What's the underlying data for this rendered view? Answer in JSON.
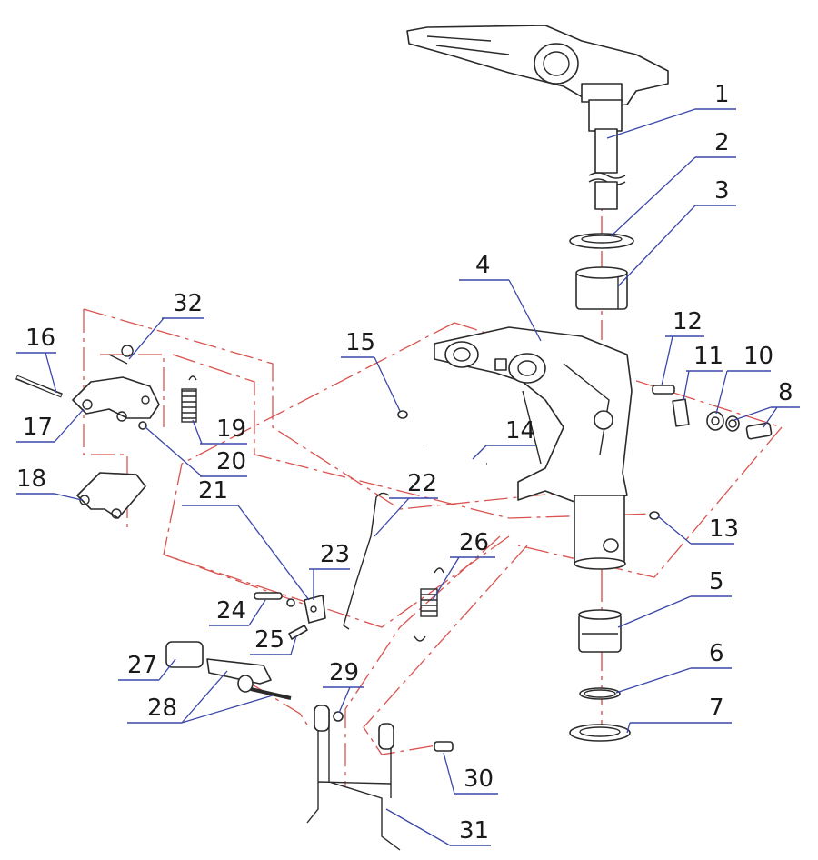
{
  "colors": {
    "leader": "#3a47a8",
    "assembly_line": "#d9534f",
    "part_outline": "#2a2a2a"
  },
  "callouts": [
    {
      "n": "1"
    },
    {
      "n": "2"
    },
    {
      "n": "3"
    },
    {
      "n": "4"
    },
    {
      "n": "5"
    },
    {
      "n": "6"
    },
    {
      "n": "7"
    },
    {
      "n": "8"
    },
    {
      "n": "10"
    },
    {
      "n": "11"
    },
    {
      "n": "12"
    },
    {
      "n": "13"
    },
    {
      "n": "14"
    },
    {
      "n": "15"
    },
    {
      "n": "16"
    },
    {
      "n": "17"
    },
    {
      "n": "18"
    },
    {
      "n": "19"
    },
    {
      "n": "20"
    },
    {
      "n": "21"
    },
    {
      "n": "22"
    },
    {
      "n": "23"
    },
    {
      "n": "24"
    },
    {
      "n": "25"
    },
    {
      "n": "26"
    },
    {
      "n": "27"
    },
    {
      "n": "28"
    },
    {
      "n": "29"
    },
    {
      "n": "30"
    },
    {
      "n": "31"
    },
    {
      "n": "32"
    }
  ]
}
